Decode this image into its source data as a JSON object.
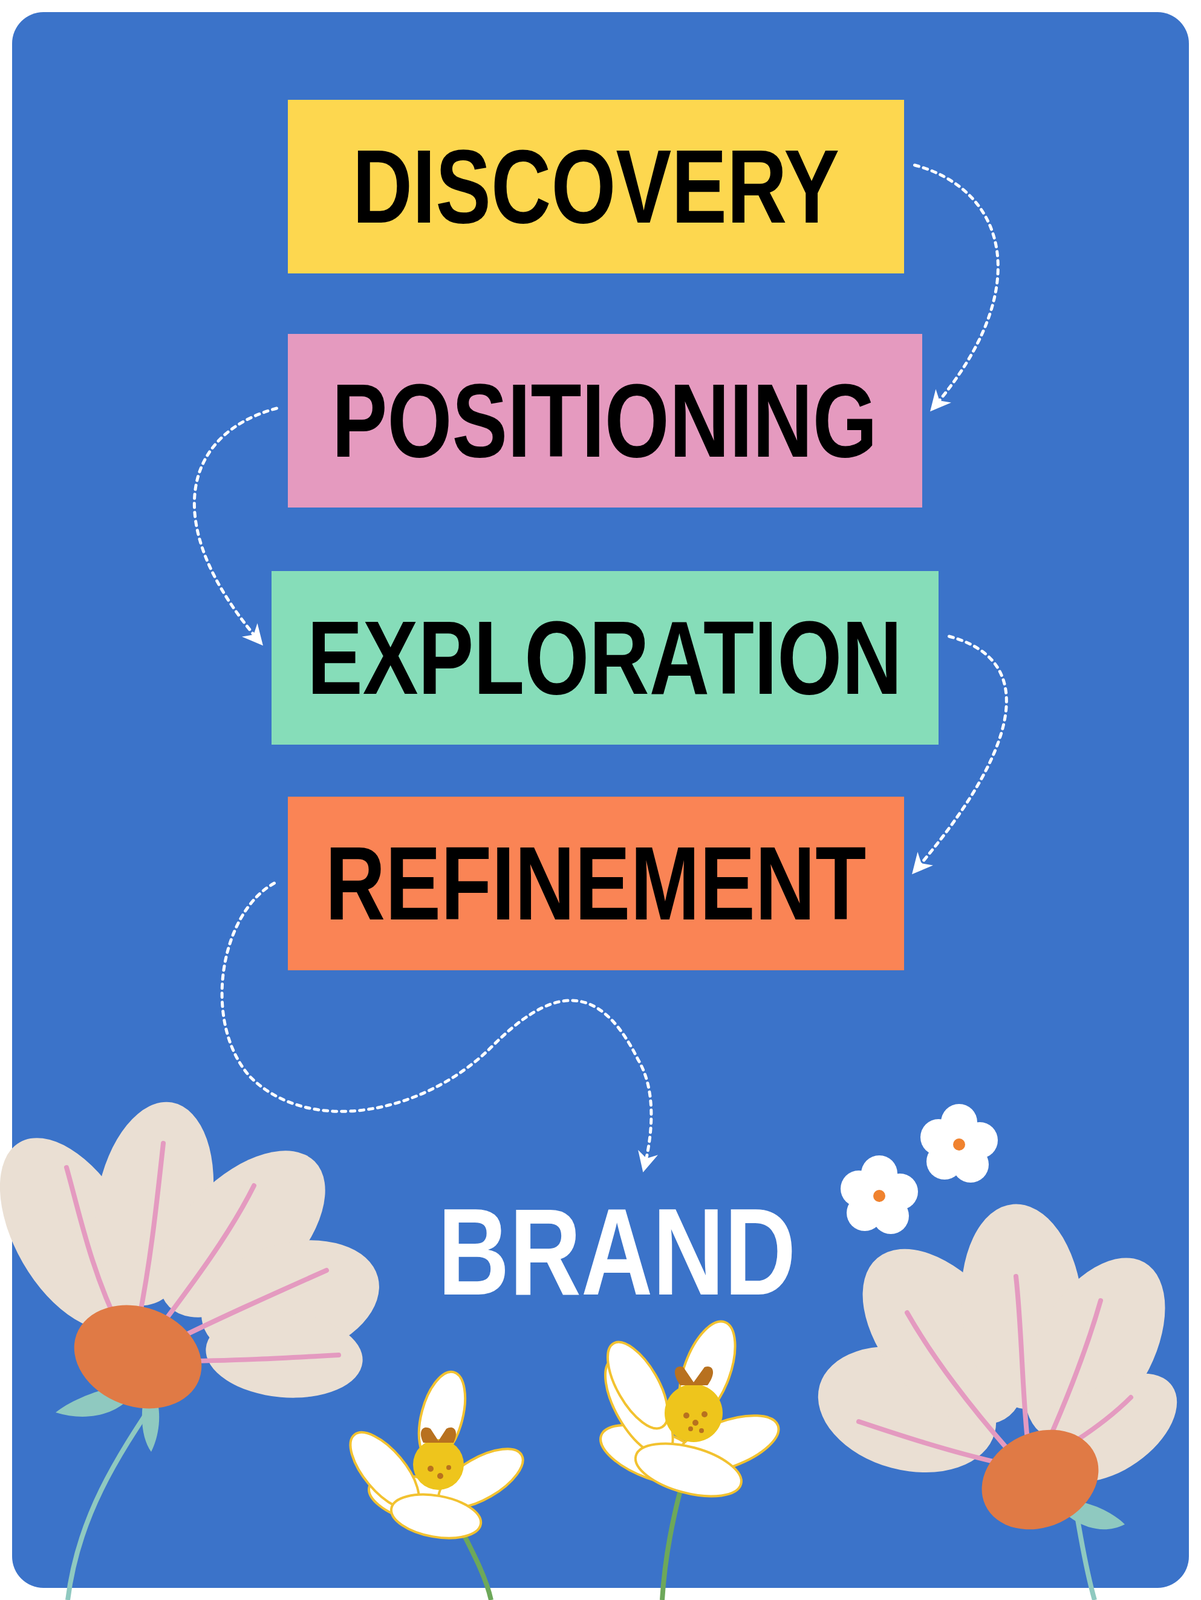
{
  "diagram": {
    "nodes": [
      {
        "text": [
          "DISCOVERY"
        ]
      },
      {
        "text": [
          "POSITIONING"
        ]
      },
      {
        "text": [
          "EXPLORATION"
        ]
      },
      {
        "text": [
          "REFINEMENT"
        ]
      },
      {
        "text": [
          "BRAND"
        ]
      }
    ],
    "edges": [
      {
        "from": 0,
        "to": 1,
        "arrow": "to"
      },
      {
        "from": 1,
        "to": 2,
        "arrow": "to"
      },
      {
        "from": 2,
        "to": 3,
        "arrow": "to"
      },
      {
        "from": 3,
        "to": 4,
        "arrow": "to"
      }
    ]
  }
}
